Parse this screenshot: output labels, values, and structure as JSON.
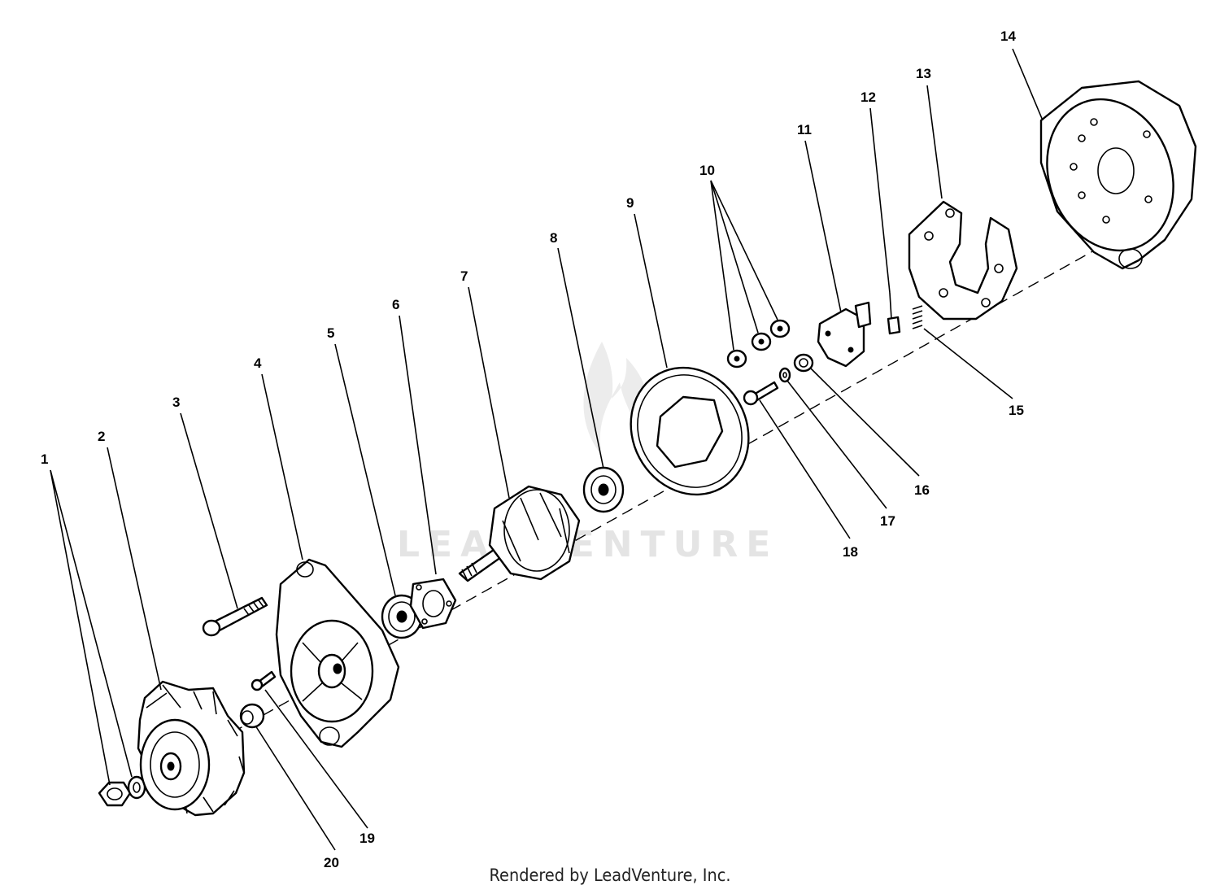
{
  "watermark": "LEADVENTURE",
  "footer": "Rendered by LeadVenture, Inc.",
  "callouts": [
    {
      "number": "1"
    },
    {
      "number": "2"
    },
    {
      "number": "3"
    },
    {
      "number": "4"
    },
    {
      "number": "5"
    },
    {
      "number": "6"
    },
    {
      "number": "7"
    },
    {
      "number": "8"
    },
    {
      "number": "9"
    },
    {
      "number": "10"
    },
    {
      "number": "11"
    },
    {
      "number": "12"
    },
    {
      "number": "13"
    },
    {
      "number": "14"
    },
    {
      "number": "15"
    },
    {
      "number": "16"
    },
    {
      "number": "17"
    },
    {
      "number": "18"
    },
    {
      "number": "19"
    },
    {
      "number": "20"
    }
  ]
}
